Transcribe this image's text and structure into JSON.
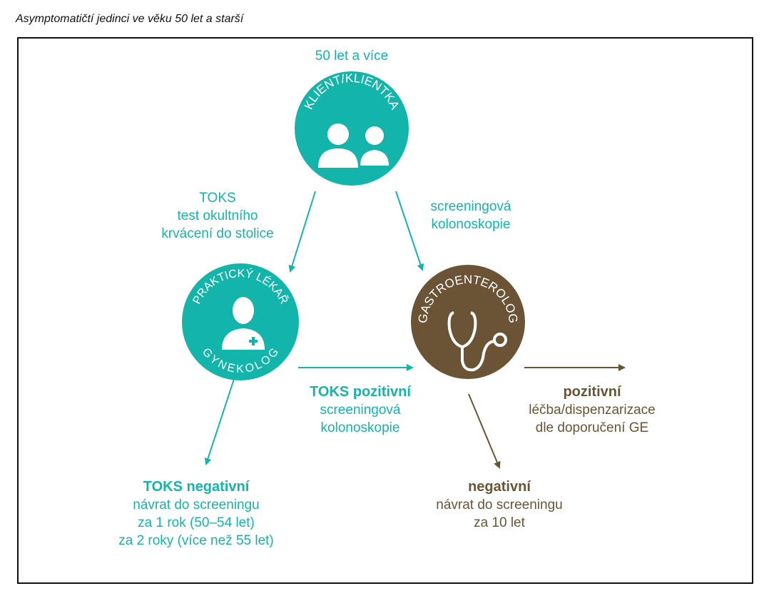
{
  "caption": "Asymptomatičtí jedinci ve věku 50 let a starší",
  "colors": {
    "teal": "#13b5aa",
    "brown": "#6b5435"
  },
  "client": {
    "age": "50 let a více",
    "label": "KLIENT/KLIENTKA"
  },
  "gp": {
    "label_top": "PRAKTICKÝ LÉKAŘ",
    "label_bottom": "GYNEKOLOG"
  },
  "ge": {
    "label": "GASTROENTEROLOG"
  },
  "toks": {
    "line1": "TOKS",
    "line2": "test okultního",
    "line3": "krvácení do stolice"
  },
  "screening": {
    "line1": "screeningová",
    "line2": "kolonoskopie"
  },
  "toks_positive": {
    "title": "TOKS pozitivní",
    "line1": "screeningová",
    "line2": "kolonoskopie"
  },
  "toks_negative": {
    "title": "TOKS negativní",
    "line1": "návrat do screeningu",
    "line2": "za 1 rok (50–54 let)",
    "line3": "za 2 roky (více než 55 let)"
  },
  "positive": {
    "title": "pozitivní",
    "line1": "léčba/dispenzarizace",
    "line2": "dle doporučení GE"
  },
  "negative": {
    "title": "negativní",
    "line1": "návrat do screeningu",
    "line2": "za 10 let"
  }
}
